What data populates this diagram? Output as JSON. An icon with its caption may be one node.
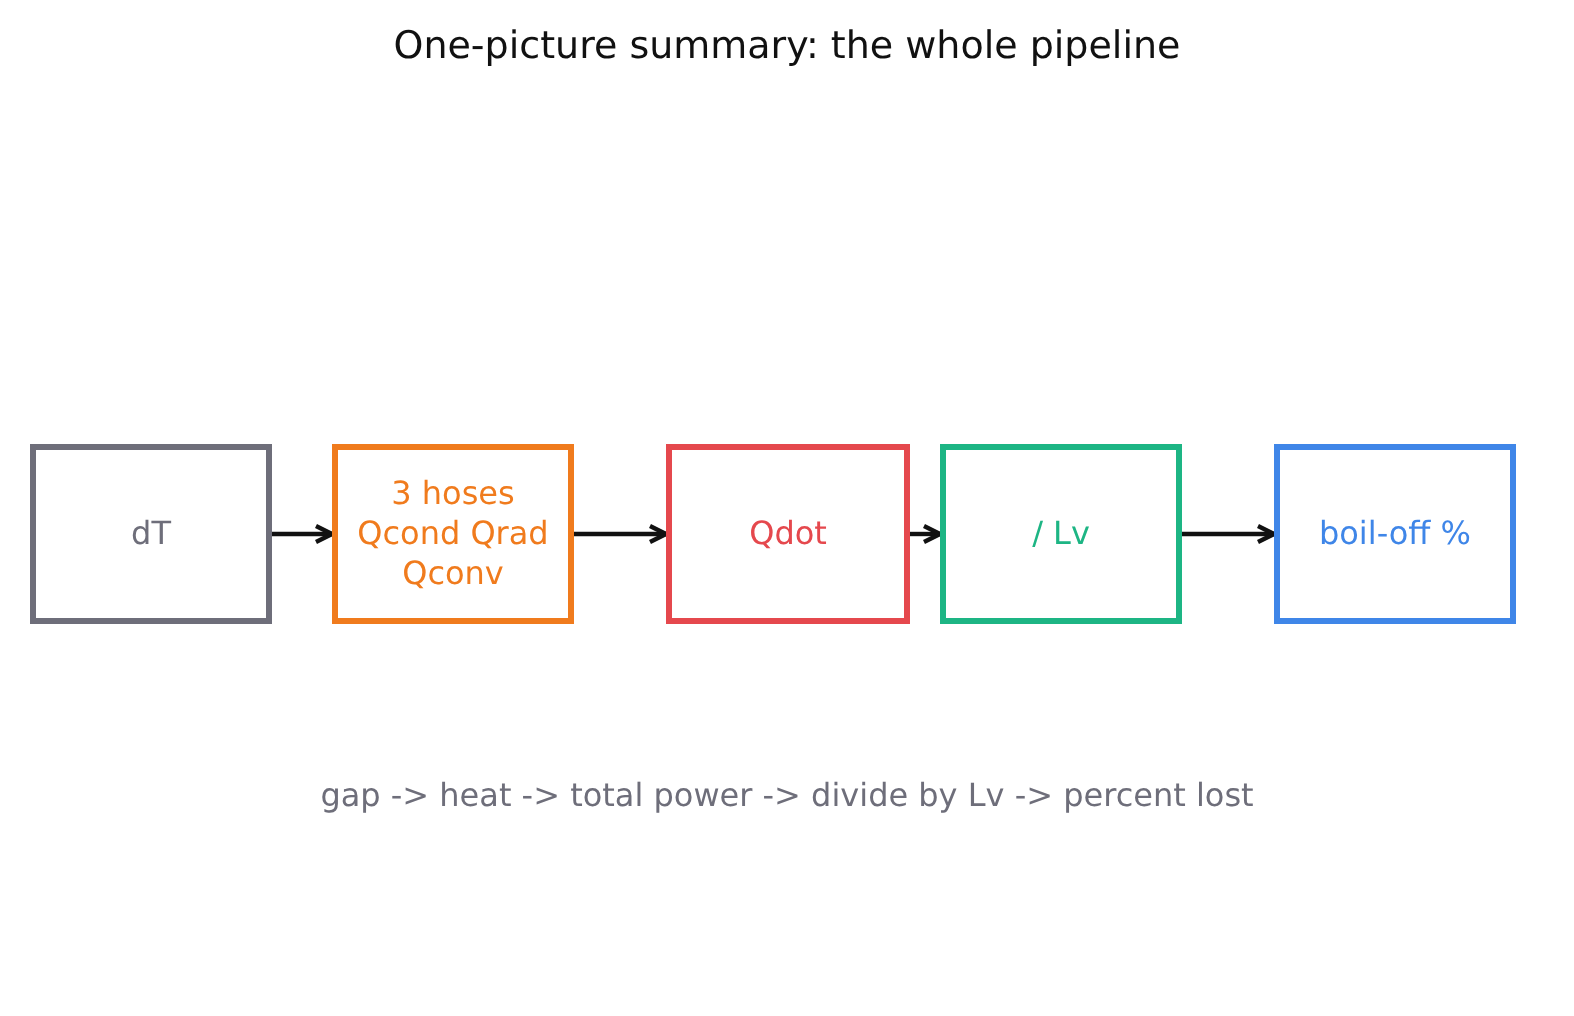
{
  "diagram": {
    "title": "One-picture summary: the whole pipeline",
    "nodes": [
      {
        "text": [
          "dT"
        ]
      },
      {
        "text": [
          "3 hoses",
          "Qcond Qrad Qconv"
        ]
      },
      {
        "text": [
          "Qdot"
        ]
      },
      {
        "text": [
          "/ Lv"
        ]
      },
      {
        "text": [
          "boil-off %"
        ]
      }
    ],
    "edges": [
      {
        "from": 0,
        "to": 1,
        "arrow": "to"
      },
      {
        "from": 1,
        "to": 2,
        "arrow": "to"
      },
      {
        "from": 2,
        "to": 3,
        "arrow": "to"
      },
      {
        "from": 3,
        "to": 4,
        "arrow": "to"
      }
    ],
    "labels": [
      "gap -> heat -> total power -> divide by Lv -> percent lost"
    ]
  }
}
